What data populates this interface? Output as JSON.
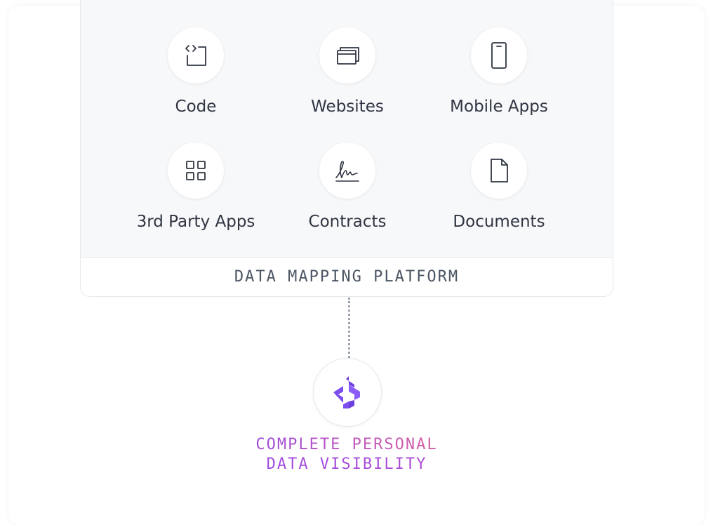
{
  "platform": {
    "label": "DATA MAPPING PLATFORM",
    "sources": [
      {
        "label": "Code",
        "icon": "code-icon"
      },
      {
        "label": "Websites",
        "icon": "browser-windows-icon"
      },
      {
        "label": "Mobile Apps",
        "icon": "mobile-phone-icon"
      },
      {
        "label": "3rd Party Apps",
        "icon": "app-grid-icon"
      },
      {
        "label": "Contracts",
        "icon": "signature-icon"
      },
      {
        "label": "Documents",
        "icon": "document-icon"
      }
    ]
  },
  "result": {
    "line1": "COMPLETE PERSONAL",
    "line2": "DATA VISIBILITY",
    "logo_icon": "brand-logo-icon"
  },
  "colors": {
    "panel_background": "#f7f8fa",
    "icon_stroke": "#2f3542",
    "label_text": "#2f3542",
    "platform_label": "#4b5563",
    "connector": "#9ca3af",
    "logo_purple_light": "#8b5cf6",
    "logo_purple_dark": "#6d3fe0",
    "gradient_start": "#8e44e8",
    "gradient_end": "#e0608e"
  }
}
